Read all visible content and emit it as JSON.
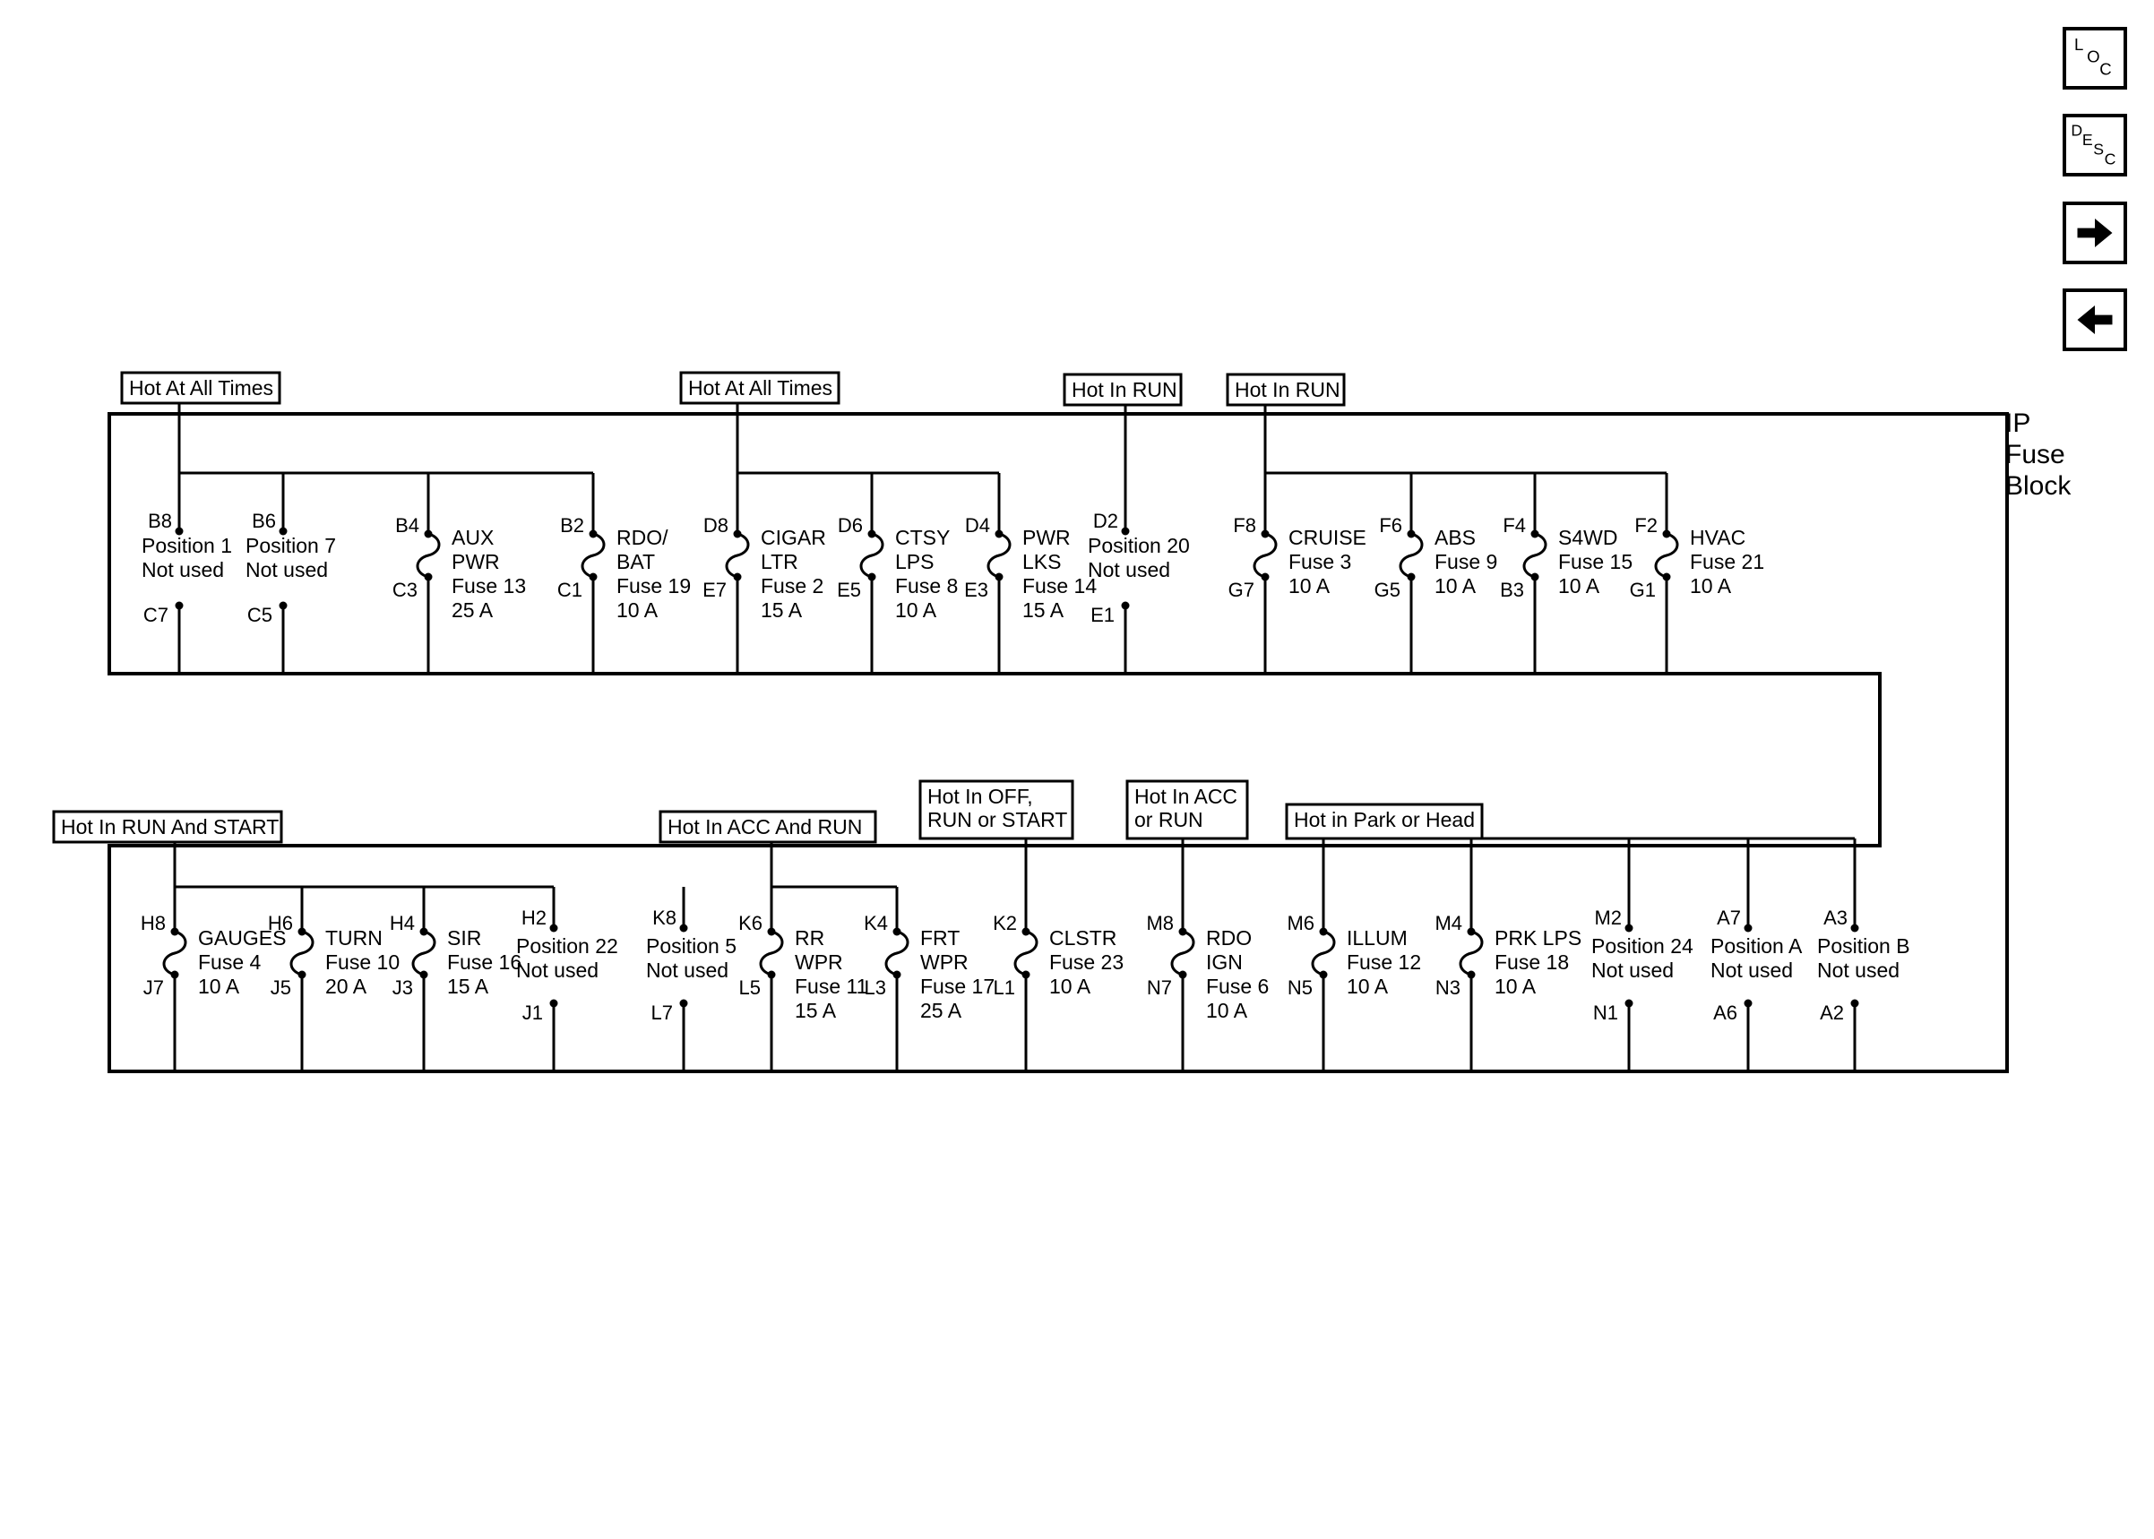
{
  "block_label": [
    "IP",
    "Fuse",
    "Block"
  ],
  "nav": {
    "loc": {
      "letters": [
        "L",
        "O",
        "C"
      ]
    },
    "desc": {
      "letters": [
        "D",
        "E",
        "S",
        "C"
      ]
    },
    "next_icon": "right-arrow-icon",
    "prev_icon": "left-arrow-icon"
  },
  "upper": {
    "groups": [
      {
        "label": "Hot At All Times"
      },
      {
        "label": "Hot At All Times"
      },
      {
        "label": "Hot In RUN"
      },
      {
        "label": "Hot In RUN"
      }
    ],
    "circuits": [
      {
        "type": "not_used",
        "top_pin": "B8",
        "bottom_pin": "C7",
        "lines": [
          "Position 1",
          "Not used"
        ]
      },
      {
        "type": "not_used",
        "top_pin": "B6",
        "bottom_pin": "C5",
        "lines": [
          "Position 7",
          "Not used"
        ]
      },
      {
        "type": "fuse",
        "top_pin": "B4",
        "bottom_pin": "C3",
        "lines": [
          "AUX",
          "PWR",
          "Fuse 13",
          "25 A"
        ]
      },
      {
        "type": "fuse",
        "top_pin": "B2",
        "bottom_pin": "C1",
        "lines": [
          "RDO/",
          "BAT",
          "Fuse 19",
          "10 A"
        ]
      },
      {
        "type": "fuse",
        "top_pin": "D8",
        "bottom_pin": "E7",
        "lines": [
          "CIGAR",
          "LTR",
          "Fuse 2",
          "15 A"
        ]
      },
      {
        "type": "fuse",
        "top_pin": "D6",
        "bottom_pin": "E5",
        "lines": [
          "CTSY",
          "LPS",
          "Fuse 8",
          "10 A"
        ]
      },
      {
        "type": "fuse",
        "top_pin": "D4",
        "bottom_pin": "E3",
        "lines": [
          "PWR",
          "LKS",
          "Fuse 14",
          "15 A"
        ]
      },
      {
        "type": "not_used",
        "top_pin": "D2",
        "bottom_pin": "E1",
        "lines": [
          "Position 20",
          "Not used"
        ]
      },
      {
        "type": "fuse",
        "top_pin": "F8",
        "bottom_pin": "G7",
        "lines": [
          "CRUISE",
          "Fuse 3",
          "10 A"
        ]
      },
      {
        "type": "fuse",
        "top_pin": "F6",
        "bottom_pin": "G5",
        "lines": [
          "ABS",
          "Fuse 9",
          "10 A"
        ]
      },
      {
        "type": "fuse",
        "top_pin": "F4",
        "bottom_pin": "B3",
        "lines": [
          "S4WD",
          "Fuse 15",
          "10 A"
        ]
      },
      {
        "type": "fuse",
        "top_pin": "F2",
        "bottom_pin": "G1",
        "lines": [
          "HVAC",
          "Fuse 21",
          "10 A"
        ]
      }
    ]
  },
  "lower": {
    "groups": [
      {
        "label": "Hot In RUN And START"
      },
      {
        "label": "Hot In ACC And RUN"
      },
      {
        "label": "Hot In OFF,\nRUN or START"
      },
      {
        "label": "Hot In ACC\nor RUN"
      },
      {
        "label": "Hot in Park or Head"
      }
    ],
    "circuits": [
      {
        "type": "fuse",
        "top_pin": "H8",
        "bottom_pin": "J7",
        "lines": [
          "GAUGES",
          "Fuse 4",
          "10 A"
        ]
      },
      {
        "type": "fuse",
        "top_pin": "H6",
        "bottom_pin": "J5",
        "lines": [
          "TURN",
          "Fuse 10",
          "20 A"
        ]
      },
      {
        "type": "fuse",
        "top_pin": "H4",
        "bottom_pin": "J3",
        "lines": [
          "SIR",
          "Fuse 16",
          "15 A"
        ]
      },
      {
        "type": "not_used",
        "top_pin": "H2",
        "bottom_pin": "J1",
        "lines": [
          "Position 22",
          "Not used"
        ]
      },
      {
        "type": "not_used",
        "top_pin": "K8",
        "bottom_pin": "L7",
        "lines": [
          "Position 5",
          "Not used"
        ]
      },
      {
        "type": "fuse",
        "top_pin": "K6",
        "bottom_pin": "L5",
        "lines": [
          "RR",
          "WPR",
          "Fuse 11",
          "15 A"
        ]
      },
      {
        "type": "fuse",
        "top_pin": "K4",
        "bottom_pin": "L3",
        "lines": [
          "FRT",
          "WPR",
          "Fuse 17",
          "25 A"
        ]
      },
      {
        "type": "fuse",
        "top_pin": "K2",
        "bottom_pin": "L1",
        "lines": [
          "CLSTR",
          "Fuse 23",
          "10 A"
        ]
      },
      {
        "type": "fuse",
        "top_pin": "M8",
        "bottom_pin": "N7",
        "lines": [
          "RDO",
          "IGN",
          "Fuse 6",
          "10 A"
        ]
      },
      {
        "type": "fuse",
        "top_pin": "M6",
        "bottom_pin": "N5",
        "lines": [
          "ILLUM",
          "Fuse 12",
          "10 A"
        ]
      },
      {
        "type": "fuse",
        "top_pin": "M4",
        "bottom_pin": "N3",
        "lines": [
          "PRK LPS",
          "Fuse 18",
          "10 A"
        ]
      },
      {
        "type": "not_used",
        "top_pin": "M2",
        "bottom_pin": "N1",
        "lines": [
          "Position 24",
          "Not used"
        ]
      },
      {
        "type": "not_used",
        "top_pin": "A7",
        "bottom_pin": "A6",
        "lines": [
          "Position A",
          "Not used"
        ]
      },
      {
        "type": "not_used",
        "top_pin": "A3",
        "bottom_pin": "A2",
        "lines": [
          "Position B",
          "Not used"
        ]
      }
    ]
  }
}
